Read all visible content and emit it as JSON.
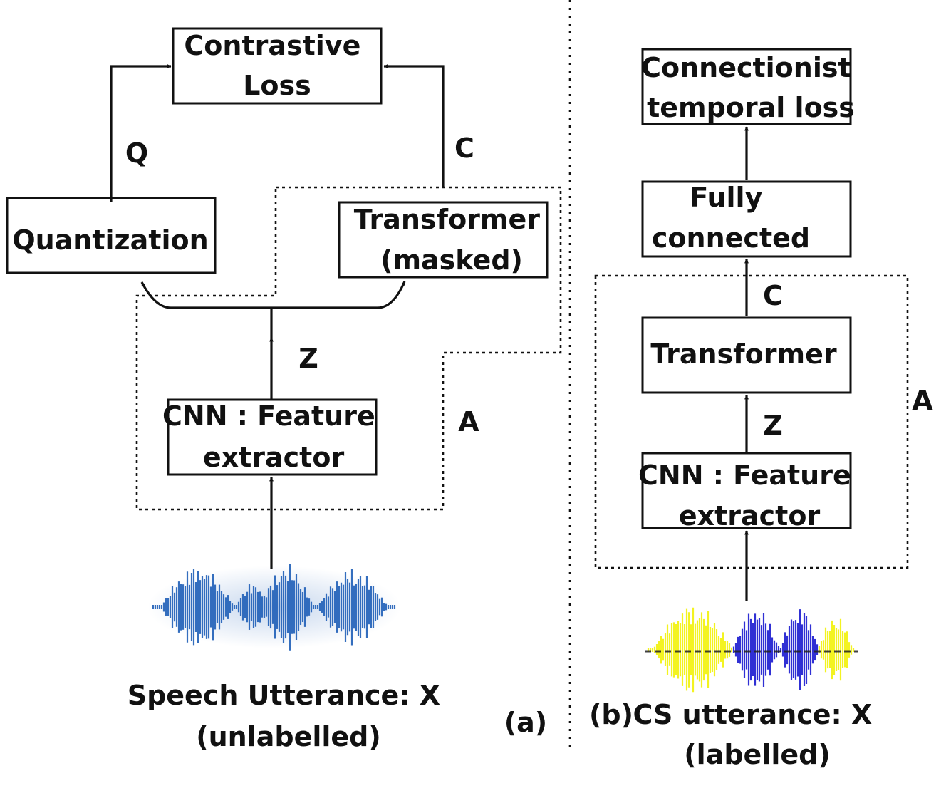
{
  "colors": {
    "ink": "#111111",
    "waveform_blue": "#1f5fb8",
    "waveform_dark_blue": "#1a1ad0",
    "waveform_yellow": "#f2f20a"
  },
  "panel_a": {
    "contrastive_loss": [
      "Contrastive",
      "Loss"
    ],
    "quantization": "Quantization",
    "transformer_masked": [
      "Transformer",
      "(masked)"
    ],
    "cnn_feature_extractor": [
      "CNN : Feature",
      "extractor"
    ],
    "label_q": "Q",
    "label_c": "C",
    "label_z": "Z",
    "label_a": "A",
    "waveform_icon": "waveform-blue",
    "caption": [
      "Speech Utterance: X",
      "(unlabelled)"
    ],
    "panel_label": "(a)"
  },
  "panel_b": {
    "ctc_loss": [
      "Connectionist",
      "temporal loss"
    ],
    "fully_connected": [
      "Fully",
      "connected"
    ],
    "transformer": "Transformer",
    "cnn_feature_extractor": [
      "CNN : Feature",
      "extractor"
    ],
    "label_c": "C",
    "label_z": "Z",
    "label_a": "A",
    "waveform_icon": "waveform-yellow-blue",
    "panel_label": "(b)",
    "caption": [
      "CS utterance: X",
      "(labelled)"
    ]
  }
}
